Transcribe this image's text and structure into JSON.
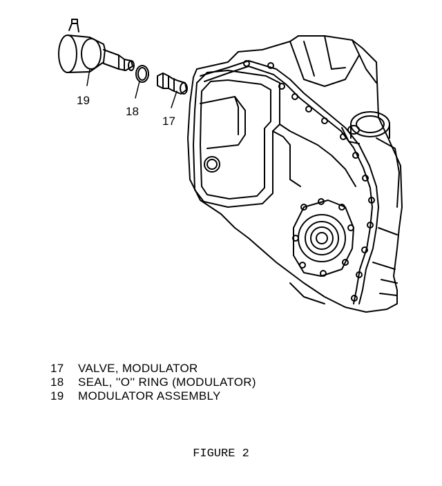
{
  "callouts": {
    "c17": "17",
    "c18": "18",
    "c19": "19"
  },
  "legend": [
    {
      "num": "17",
      "text": "VALVE, MODULATOR"
    },
    {
      "num": "18",
      "text": "SEAL, ''O'' RING (MODULATOR)"
    },
    {
      "num": "19",
      "text": "MODULATOR ASSEMBLY"
    }
  ],
  "caption": "FIGURE 2"
}
